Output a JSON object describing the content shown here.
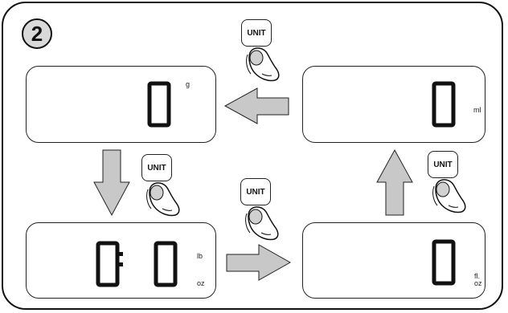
{
  "step_number": "2",
  "unit_button_label": "UNIT",
  "displays": {
    "grams": {
      "digit": "0",
      "unit": "g"
    },
    "milliliters": {
      "digit": "0",
      "unit": "ml"
    },
    "pounds_ounces": {
      "digit_lb": "0",
      "digit_oz": "0",
      "unit_lb": "lb",
      "unit_oz": "oz"
    },
    "fluid_ounces": {
      "digit": "0",
      "unit_line1": "fl.",
      "unit_line2": "oz"
    }
  },
  "icons": [
    "finger-press-icon",
    "arrow-icon"
  ],
  "colors": {
    "arrow_fill": "#c8c8c8",
    "badge_fill": "#d9d9d9",
    "outline": "#111111"
  }
}
